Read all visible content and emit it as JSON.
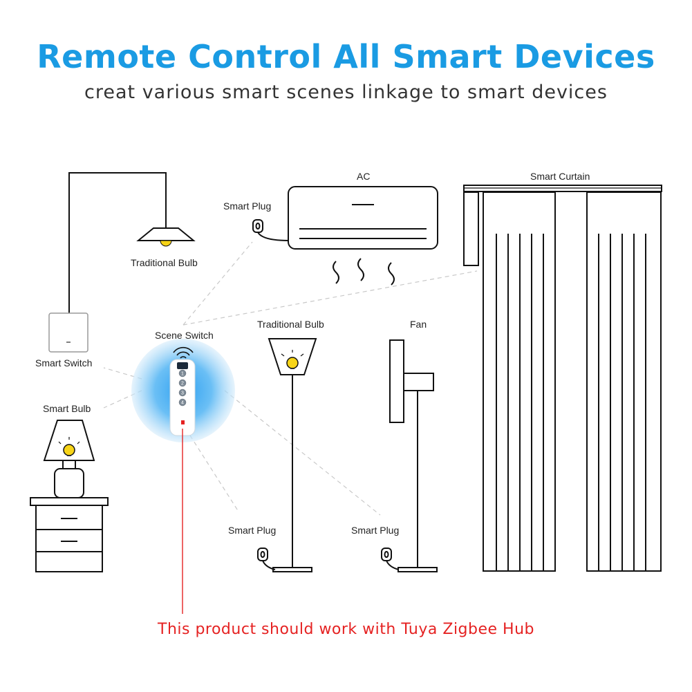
{
  "header": {
    "title": "Remote Control All Smart Devices",
    "subtitle": "creat various smart scenes linkage to smart devices"
  },
  "labels": {
    "traditional_bulb_ceiling": "Traditional Bulb",
    "smart_plug_ac": "Smart Plug",
    "ac": "AC",
    "smart_curtain": "Smart Curtain",
    "smart_switch": "Smart  Switch",
    "scene_switch": "Scene Switch",
    "traditional_bulb_floor": "Traditional Bulb",
    "fan": "Fan",
    "smart_bulb": "Smart Bulb",
    "smart_plug_lamp": "Smart Plug",
    "smart_plug_fan": "Smart Plug"
  },
  "remote": {
    "buttons": [
      "1",
      "2",
      "3",
      "4"
    ]
  },
  "footer_note": "This product should work with Tuya Zigbee Hub",
  "colors": {
    "title": "#1a9be3",
    "note": "#e52222",
    "bulb": "#f7d417",
    "glow": "#3aa8f0"
  }
}
